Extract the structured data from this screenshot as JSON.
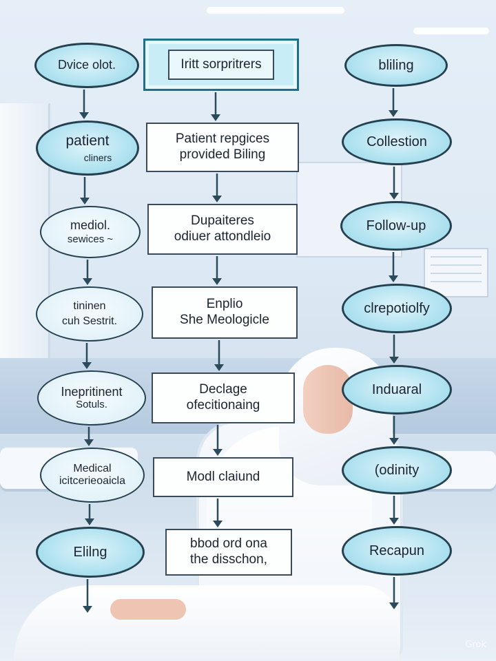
{
  "colors": {
    "oval_fill": "#a9dfee",
    "oval_border": "#25414f",
    "rect_border": "#3a4a58",
    "title_fill": "#c9edf6",
    "arrow": "#2b4a5a"
  },
  "left_column": [
    {
      "main": "Dvice olot.",
      "sub": ""
    },
    {
      "main": "patient",
      "sub": "cliners"
    },
    {
      "main": "mediol.",
      "sub": "sewices ~"
    },
    {
      "main": "tininen",
      "sub": "cuh Sestrit."
    },
    {
      "main": "Inepritinent",
      "sub": "Sotuls."
    },
    {
      "main": "Medical",
      "sub": "icitcerieoaicla"
    },
    {
      "main": "Elilng",
      "sub": ""
    }
  ],
  "center_column": [
    {
      "lines": [
        "Iritt sorpritrers"
      ]
    },
    {
      "lines": [
        "Patient repgices",
        "provided Biling"
      ]
    },
    {
      "lines": [
        "Dupaiteres",
        "odiuer attondleio"
      ]
    },
    {
      "lines": [
        "Enplio",
        "She Meologicle"
      ]
    },
    {
      "lines": [
        "Declage",
        "ofecitionaing"
      ]
    },
    {
      "lines": [
        "Modl claiund"
      ]
    },
    {
      "lines": [
        "bbod ord ona",
        "the disschon,"
      ]
    }
  ],
  "right_column": [
    {
      "label": "bliling"
    },
    {
      "label": "Collestion"
    },
    {
      "label": "Follow-up"
    },
    {
      "label": "clrepotiolfy"
    },
    {
      "label": "Induaral"
    },
    {
      "label": "(odinity"
    },
    {
      "label": "Recapun"
    }
  ],
  "watermark": "Grok"
}
